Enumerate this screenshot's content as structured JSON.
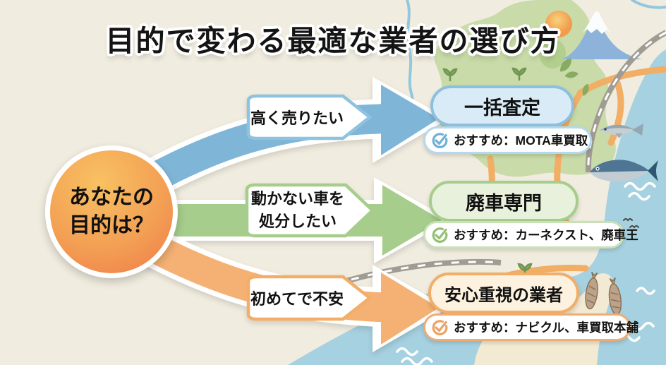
{
  "title": "目的で変わる最適な業者の選び方",
  "question": {
    "lines": [
      "あなたの",
      "目的は？"
    ]
  },
  "branches": [
    {
      "condition_lines": [
        "高く売りたい"
      ],
      "result": "一括査定",
      "recommendation": "おすすめ：MOTA車買取",
      "accent": "#7fb6d8",
      "result_fill": "#d9ebf6"
    },
    {
      "condition_lines": [
        "動かない車を",
        "処分したい"
      ],
      "result": "廃車専門",
      "recommendation": "おすすめ：カーネクスト、廃車王",
      "accent": "#a6cd8b",
      "result_fill": "#e7f1db"
    },
    {
      "condition_lines": [
        "初めてで不安"
      ],
      "result": "安心重視の業者",
      "recommendation": "おすすめ：ナビクル、車買取本舗",
      "accent": "#f4b173",
      "result_fill": "#fdf2df"
    }
  ],
  "icons": {
    "recommendation_check": "circle-check-icon",
    "background_decor": [
      "mount-fuji-icon",
      "sun-icon",
      "leaf-icon",
      "sprout-icon",
      "fish-icon",
      "tuna-fish-icon",
      "dried-fish-icon",
      "wave-icon",
      "bird-icon",
      "road-line",
      "railway-line",
      "river-line"
    ]
  },
  "colors": {
    "background": "#f0ecdf",
    "sea": "#a6d1e0",
    "landmass_green": "#c8dba8",
    "question_circle_top": "#f8c162",
    "question_circle_bottom": "#ee7b49",
    "title_text": "#141414"
  }
}
